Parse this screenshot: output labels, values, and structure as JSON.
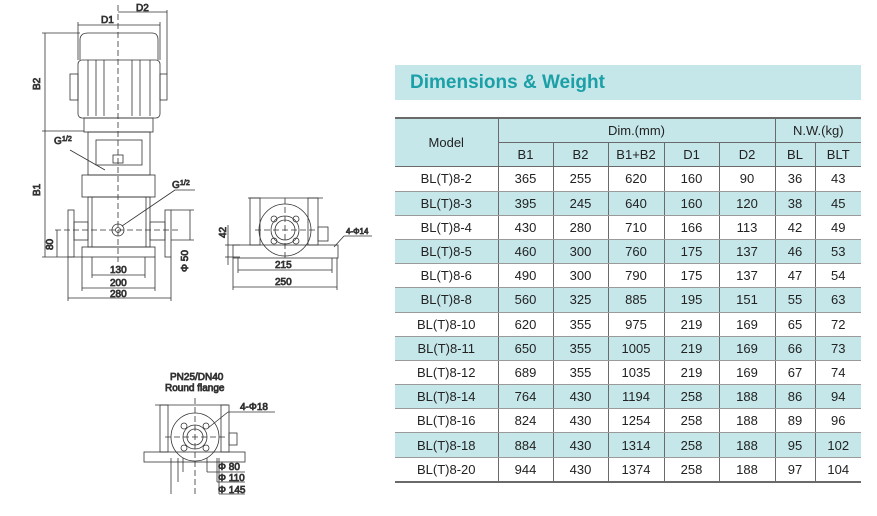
{
  "drawing": {
    "front": {
      "d1": "D1",
      "d2": "D2",
      "b1": "B1",
      "b2": "B2",
      "g_top": "G",
      "g_side": "G",
      "g_frac": "1/2",
      "h80": "80",
      "w130": "130",
      "w200": "200",
      "w280": "280",
      "phi50": "Φ 50"
    },
    "side": {
      "h42": "42",
      "w215": "215",
      "w250": "250",
      "holes": "4-Φ14"
    },
    "flange": {
      "title1": "PN25/DN40",
      "title2": "Round flange",
      "holes": "4-Φ18",
      "phi80": "Φ 80",
      "phi110": "Φ 110",
      "phi145": "Φ 145"
    }
  },
  "section_title": "Dimensions & Weight",
  "table": {
    "model_header": "Model",
    "dim_header": "Dim.(mm)",
    "nw_header": "N.W.(kg)",
    "columns": [
      "B1",
      "B2",
      "B1+B2",
      "D1",
      "D2",
      "BL",
      "BLT"
    ],
    "rows": [
      [
        "BL(T)8-2",
        "365",
        "255",
        "620",
        "160",
        "90",
        "36",
        "43"
      ],
      [
        "BL(T)8-3",
        "395",
        "245",
        "640",
        "160",
        "120",
        "38",
        "45"
      ],
      [
        "BL(T)8-4",
        "430",
        "280",
        "710",
        "166",
        "113",
        "42",
        "49"
      ],
      [
        "BL(T)8-5",
        "460",
        "300",
        "760",
        "175",
        "137",
        "46",
        "53"
      ],
      [
        "BL(T)8-6",
        "490",
        "300",
        "790",
        "175",
        "137",
        "47",
        "54"
      ],
      [
        "BL(T)8-8",
        "560",
        "325",
        "885",
        "195",
        "151",
        "55",
        "63"
      ],
      [
        "BL(T)8-10",
        "620",
        "355",
        "975",
        "219",
        "169",
        "65",
        "72"
      ],
      [
        "BL(T)8-11",
        "650",
        "355",
        "1005",
        "219",
        "169",
        "66",
        "73"
      ],
      [
        "BL(T)8-12",
        "689",
        "355",
        "1035",
        "219",
        "169",
        "67",
        "74"
      ],
      [
        "BL(T)8-14",
        "764",
        "430",
        "1194",
        "258",
        "188",
        "86",
        "94"
      ],
      [
        "BL(T)8-16",
        "824",
        "430",
        "1254",
        "258",
        "188",
        "89",
        "96"
      ],
      [
        "BL(T)8-18",
        "884",
        "430",
        "1314",
        "258",
        "188",
        "95",
        "102"
      ],
      [
        "BL(T)8-20",
        "944",
        "430",
        "1374",
        "258",
        "188",
        "97",
        "104"
      ]
    ]
  }
}
